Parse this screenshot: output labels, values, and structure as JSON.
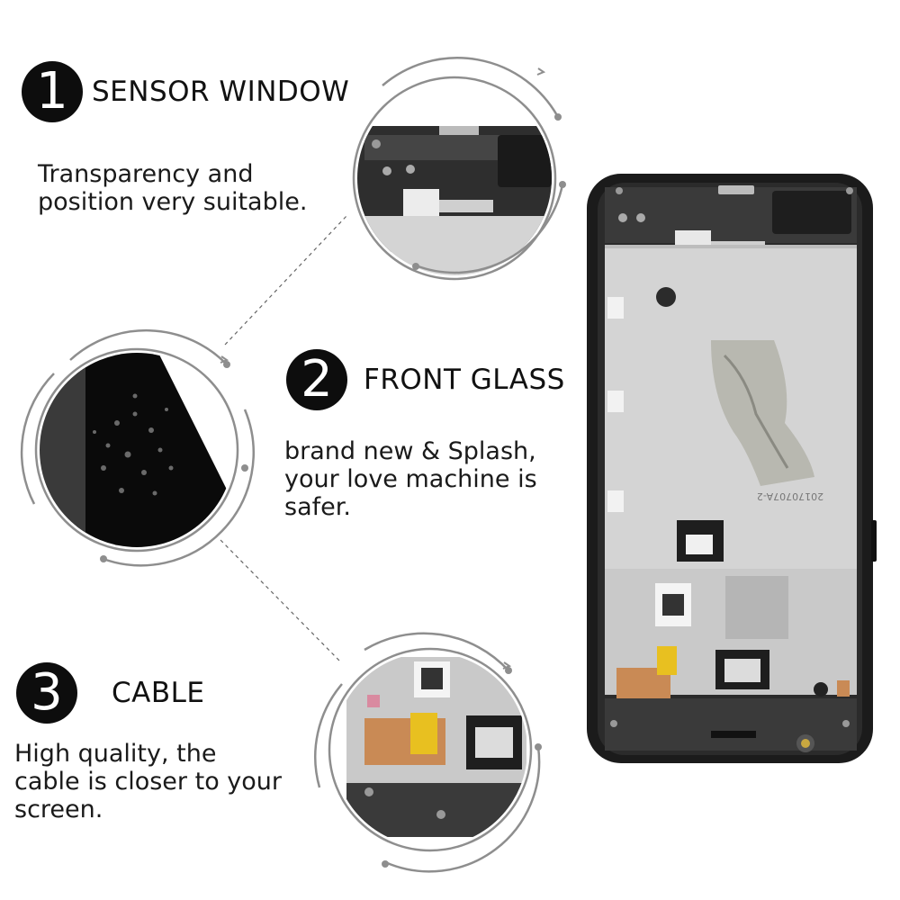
{
  "features": [
    {
      "number": "1",
      "title": "SENSOR WINDOW",
      "description": "Transparency and\nposition very suitable."
    },
    {
      "number": "2",
      "title": "FRONT GLASS",
      "description": "brand  new & Splash,\nyour love machine is\nsafer."
    },
    {
      "number": "3",
      "title": "CABLE",
      "description": "High quality, the\ncable is closer to your\nscreen."
    }
  ],
  "labels": {
    "board_code": "20170707A-2"
  },
  "colors": {
    "frame": "#1b1b1b",
    "plate": "#d4d4d4",
    "ring": "#8e8e8e",
    "cable": "#c98a55",
    "connector": "#e8c020"
  }
}
